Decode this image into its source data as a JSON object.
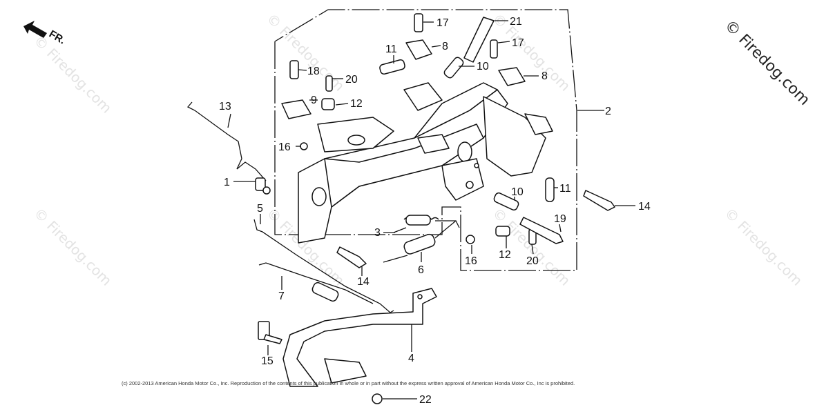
{
  "direction_label": "FR.",
  "watermark_text": "© Firedog.com",
  "copyright": "(c) 2002-2013 American Honda Motor Co., Inc. Reproduction of the contents of this publication in whole or in part without the express written approval of American Honda Motor Co., Inc is prohibited.",
  "callouts": {
    "c1": "1",
    "c2": "2",
    "c3": "3",
    "c4": "4",
    "c5": "5",
    "c6": "6",
    "c7": "7",
    "c8a": "8",
    "c8b": "8",
    "c9": "9",
    "c10a": "10",
    "c10b": "10",
    "c11a": "11",
    "c11b": "11",
    "c12a": "12",
    "c12b": "12",
    "c13": "13",
    "c14a": "14",
    "c14b": "14",
    "c15": "15",
    "c16a": "16",
    "c16b": "16",
    "c17a": "17",
    "c17b": "17",
    "c18": "18",
    "c19": "19",
    "c20a": "20",
    "c20b": "20",
    "c21": "21",
    "c22": "22"
  }
}
